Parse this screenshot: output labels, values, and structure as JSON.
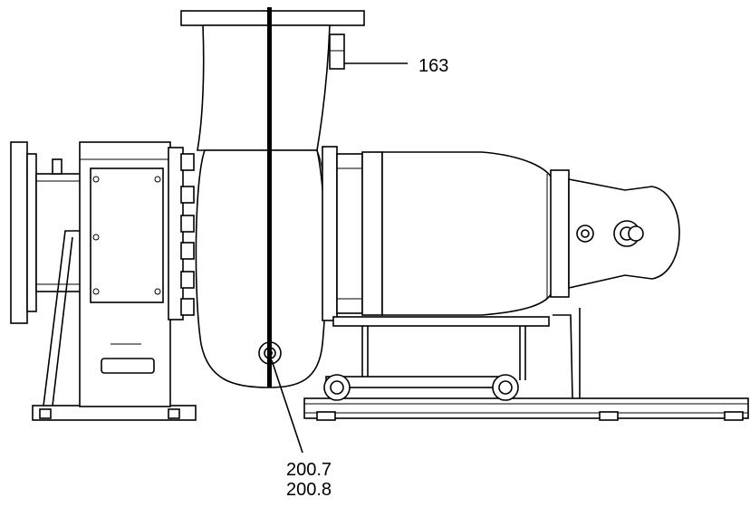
{
  "callouts": {
    "top_right": "163",
    "bottom_1": "200.7",
    "bottom_2": "200.8"
  }
}
